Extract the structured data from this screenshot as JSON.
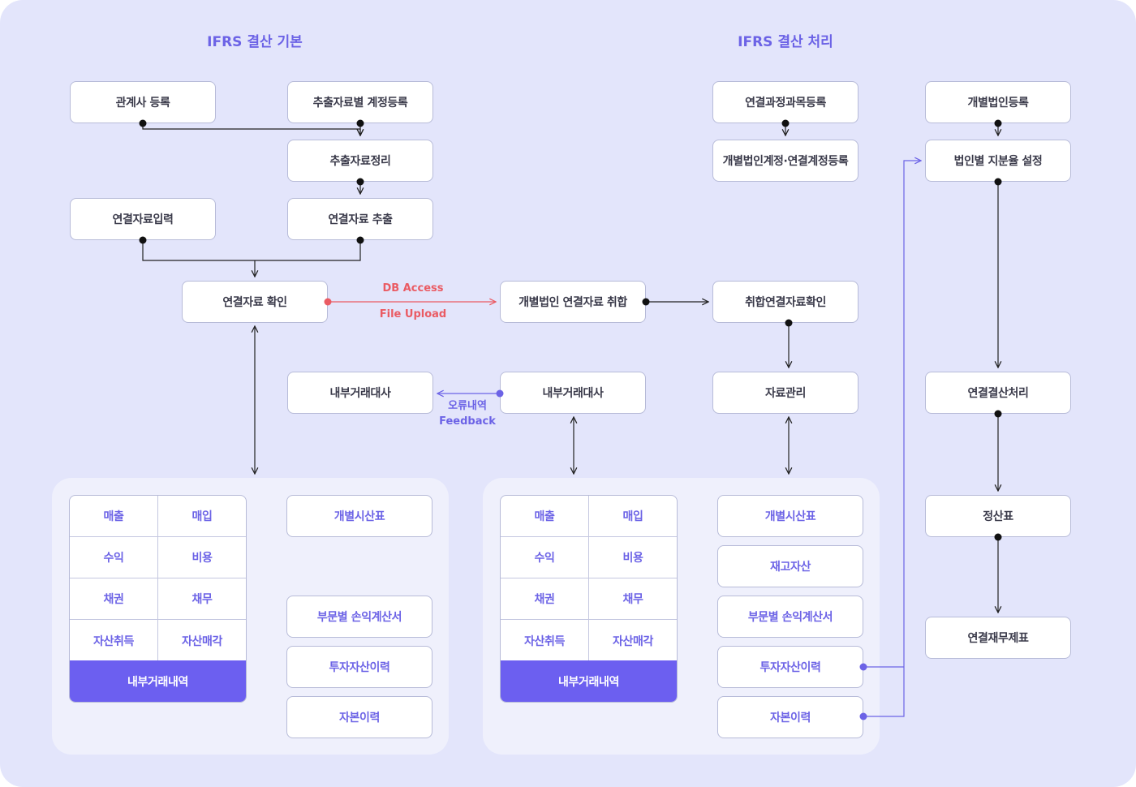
{
  "titles": {
    "left": "IFRS 결산 기본",
    "right": "IFRS 결산 처리"
  },
  "nodes": {
    "affiliate_register": "관계사 등록",
    "extract_account_register": "추출자료별 계정등록",
    "extract_organize": "추출자료정리",
    "consol_input": "연결자료입력",
    "consol_extract": "연결자료 추출",
    "consol_confirm": "연결자료 확인",
    "entity_consol_collect": "개별법인 연결자료 취합",
    "collected_confirm": "취합연결자료확인",
    "ic_reconcile_left": "내부거래대사",
    "ic_reconcile_mid": "내부거래대사",
    "data_management": "자료관리",
    "consol_process_account": "연결과정과목등록",
    "entity_consol_account": "개별법인계정·연결계정등록",
    "entity_register": "개별법인등록",
    "ownership_setting": "법인별 지분율 설정",
    "consol_closing": "연결결산처리",
    "worksheet": "정산표",
    "consol_fs": "연결재무제표"
  },
  "edge_labels": {
    "db_access": "DB Access",
    "file_upload": "File Upload",
    "error_list": "오류내역",
    "feedback": "Feedback"
  },
  "left_panel": {
    "grid": [
      [
        "매출",
        "매입"
      ],
      [
        "수익",
        "비용"
      ],
      [
        "채권",
        "채무"
      ],
      [
        "자산취득",
        "자산매각"
      ]
    ],
    "grid_footer": "내부거래내역",
    "items": [
      "개별시산표",
      "부문별 손익계산서",
      "투자자산이력",
      "자본이력"
    ]
  },
  "right_panel": {
    "grid": [
      [
        "매출",
        "매입"
      ],
      [
        "수익",
        "비용"
      ],
      [
        "채권",
        "채무"
      ],
      [
        "자산취득",
        "자산매각"
      ]
    ],
    "grid_footer": "내부거래내역",
    "items": [
      "개별시산표",
      "재고자산",
      "부문별 손익계산서",
      "투자자산이력",
      "자본이력"
    ]
  },
  "colors": {
    "background": "#e3e5fb",
    "panel": "#eff0fc",
    "accent": "#6c63e6",
    "grid_footer": "#6c5ff0",
    "upload_line": "#ea5b63",
    "connector": "#222222"
  }
}
